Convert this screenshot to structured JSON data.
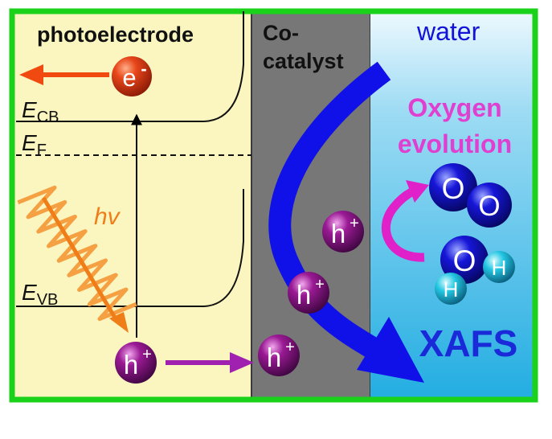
{
  "regions": {
    "photoelectrode": {
      "label": "photoelectrode",
      "color": "#fbf6c0"
    },
    "cocatalyst": {
      "label_line1": "Co-",
      "label_line2": "catalyst",
      "color": "#777777"
    },
    "water": {
      "label": "water",
      "color_top": "#e6f6fd",
      "color_bottom": "#28b3e6"
    }
  },
  "frame_color": "#19d219",
  "energy_levels": {
    "cb": {
      "main": "E",
      "sub": "CB"
    },
    "f": {
      "main": "E",
      "sub": "F"
    },
    "vb": {
      "main": "E",
      "sub": "VB"
    }
  },
  "photon": {
    "label": "hv",
    "color": "#f5a042"
  },
  "particles": {
    "electron": {
      "symbol": "e",
      "charge": "-",
      "color": "#e03a10"
    },
    "hole": {
      "symbol": "h",
      "charge": "+",
      "color": "#8e1d8a"
    }
  },
  "reaction": {
    "title_line1": "Oxygen",
    "title_line2": "evolution",
    "title_color": "#e040d0"
  },
  "molecules": {
    "oxygen": [
      "O",
      "O"
    ],
    "water": [
      "O",
      "H",
      "H"
    ],
    "oxygen_color": "#1a1ad0",
    "hydrogen_color": "#20c8e0"
  },
  "technique": {
    "label": "XAFS",
    "color": "#1a2ad8"
  },
  "arrow_colors": {
    "electron": "#f04a10",
    "hole": "#a020b0",
    "flow": "#1010e8",
    "reaction": "#e020c8"
  }
}
